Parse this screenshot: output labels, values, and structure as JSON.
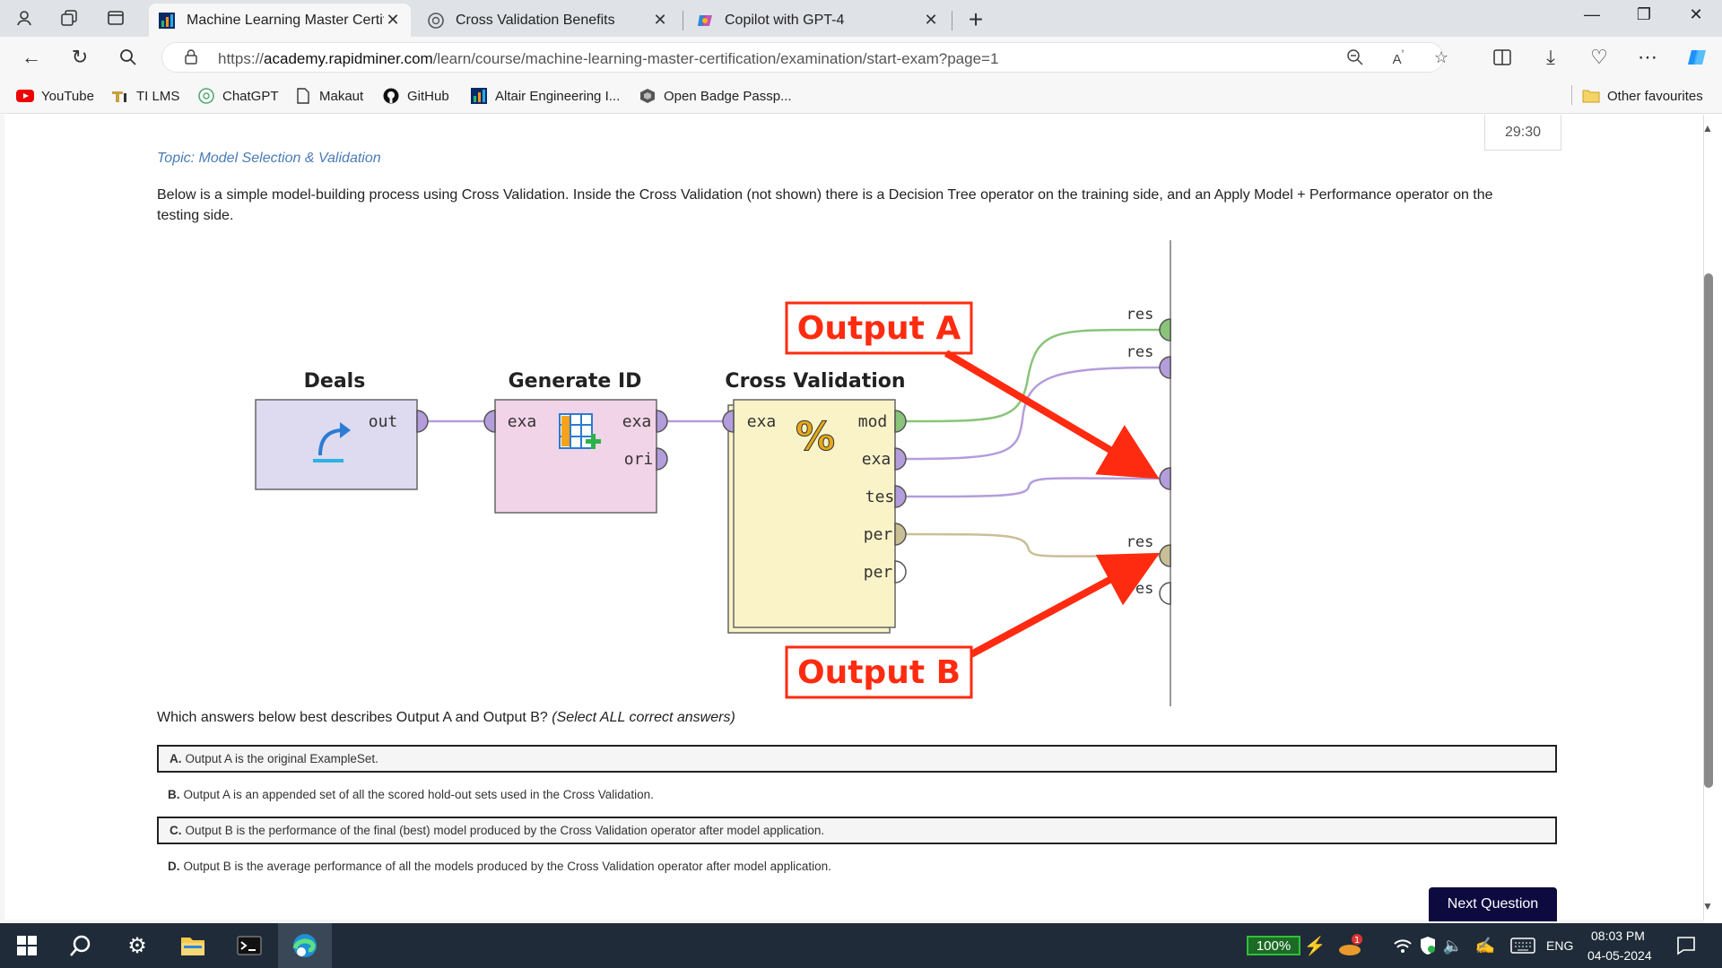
{
  "browser": {
    "tabs": [
      {
        "label": "Machine Learning Master Certific",
        "active": true
      },
      {
        "label": "Cross Validation Benefits",
        "active": false
      },
      {
        "label": "Copilot with GPT-4",
        "active": false
      }
    ],
    "url_prefix": "https://",
    "url_domain": "academy.rapidminer.com",
    "url_path": "/learn/course/machine-learning-master-certification/examination/start-exam?page=1",
    "bookmarks": [
      "YouTube",
      "TI LMS",
      "ChatGPT",
      "Makaut",
      "GitHub",
      "Altair Engineering I...",
      "Open Badge Passp..."
    ],
    "other_favourites": "Other favourites"
  },
  "exam": {
    "timer": "29:30",
    "topic": "Topic: Model Selection & Validation",
    "question": "Below is a simple model-building process using Cross Validation. Inside the Cross Validation (not shown) there is a Decision Tree operator on the training side, and an Apply Model + Performance operator on the testing side.",
    "prompt_main": "Which answers below best describes Output A and Output B? ",
    "prompt_note": "(Select ALL correct answers)",
    "answers": [
      {
        "letter": "A.",
        "text": "Output A is the original ExampleSet.",
        "selected": true
      },
      {
        "letter": "B.",
        "text": "Output A is an appended set of all the scored hold-out sets used in the Cross Validation.",
        "selected": false
      },
      {
        "letter": "C.",
        "text": "Output B is the performance of the final (best) model produced by the Cross Validation operator after model application.",
        "selected": true
      },
      {
        "letter": "D.",
        "text": "Output B is the average performance of all the models produced by the Cross Validation operator after model application.",
        "selected": false
      }
    ],
    "next_button": "Next Question"
  },
  "diagram": {
    "operators": {
      "deals": {
        "title": "Deals",
        "ports_out": [
          "out"
        ]
      },
      "generate_id": {
        "title": "Generate ID",
        "ports_in": [
          "exa"
        ],
        "ports_out": [
          "exa",
          "ori"
        ]
      },
      "cross_validation": {
        "title": "Cross Validation",
        "ports_in": [
          "exa"
        ],
        "ports_out": [
          "mod",
          "exa",
          "tes",
          "per",
          "per"
        ]
      }
    },
    "result_ports": [
      "res",
      "res",
      "res",
      "res"
    ],
    "callouts": {
      "a": "Output A",
      "b": "Output B"
    }
  },
  "taskbar": {
    "battery": "100%",
    "language": "ENG",
    "time": "08:03 PM",
    "date": "04-05-2024"
  }
}
